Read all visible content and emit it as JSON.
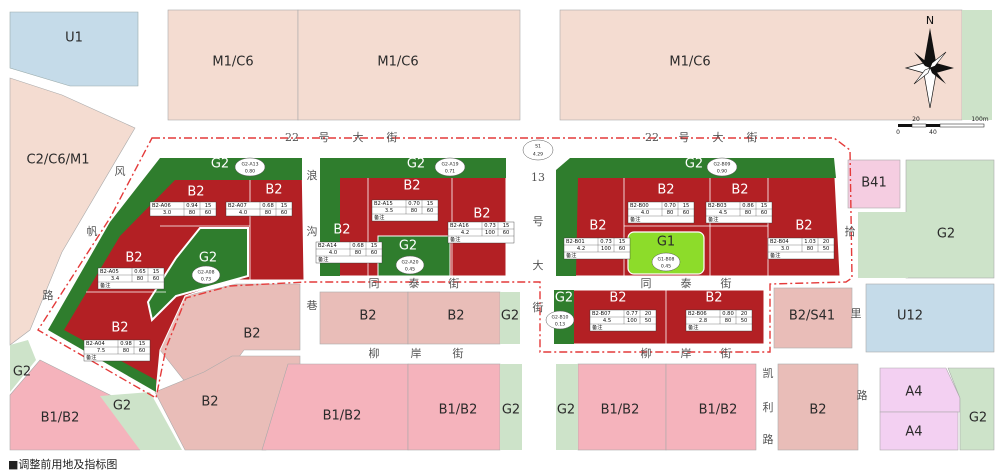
{
  "caption": "■调整前用地及指标图",
  "north": "N",
  "scale": [
    "0",
    "20",
    "40",
    "100m"
  ],
  "colors": {
    "background": "#ffffff",
    "road": "#ffffff",
    "industrial_M1C6": "#f4dcd1",
    "residential_B1B2": "#f5b3bc",
    "commercial_B2_existing": "#e9bdb8",
    "commercial_B2_new": "#b32024",
    "green_G2_new": "#2f7d2d",
    "green_G1": "#8ddc2a",
    "green_existing": "#cde3c9",
    "water_U": "#c5dbe9",
    "other_A4": "#f3d0f2",
    "B41": "#f5cde1",
    "boundary": "#e43a3a"
  },
  "parcels": [
    {
      "id": "U1",
      "label": "U1"
    },
    {
      "id": "M1C6-1",
      "label": "M1/C6"
    },
    {
      "id": "M1C6-2",
      "label": "M1/C6"
    },
    {
      "id": "M1C6-3",
      "label": "M1/C6"
    },
    {
      "id": "C2C6M1",
      "label": "C2/C6/M1"
    },
    {
      "id": "B41",
      "label": "B41"
    },
    {
      "id": "G2-east",
      "label": "G2"
    },
    {
      "id": "U12",
      "label": "U12"
    },
    {
      "id": "B2S41",
      "label": "B2/S41"
    },
    {
      "id": "A4-1",
      "label": "A4"
    },
    {
      "id": "A4-2",
      "label": "A4"
    },
    {
      "id": "G2-se",
      "label": "G2"
    },
    {
      "id": "B2-mid1",
      "label": "B2"
    },
    {
      "id": "B2-mid2",
      "label": "B2"
    },
    {
      "id": "G2-strip1",
      "label": "G2"
    },
    {
      "id": "B2-sw1",
      "label": "B2"
    },
    {
      "id": "B2-sw2",
      "label": "B2"
    },
    {
      "id": "B1B2-1",
      "label": "B1/B2"
    },
    {
      "id": "B1B2-2",
      "label": "B1/B2"
    },
    {
      "id": "B1B2-3",
      "label": "B1/B2"
    },
    {
      "id": "B1B2-4",
      "label": "B1/B2"
    },
    {
      "id": "B1B2-5",
      "label": "B1/B2"
    },
    {
      "id": "G2-strip2",
      "label": "G2"
    },
    {
      "id": "G2-strip3",
      "label": "G2"
    },
    {
      "id": "B2-se",
      "label": "B2"
    },
    {
      "id": "G2-west",
      "label": "G2"
    },
    {
      "id": "G2-west2",
      "label": "G2"
    }
  ],
  "plan_labels": {
    "block1": {
      "g2": "G2",
      "b2a": "B2",
      "b2b": "B2",
      "b2c": "B2",
      "b2d": "B2",
      "g2b": "G2"
    },
    "block2": {
      "g2": "G2",
      "b2a": "B2",
      "b2b": "B2",
      "b2c": "B2",
      "g2b": "G2"
    },
    "block3": {
      "g2": "G2",
      "b2a": "B2",
      "b2b": "B2",
      "b2c": "B2",
      "b2d": "B2",
      "g1": "G1"
    },
    "block4": {
      "g2": "G2",
      "b2a": "B2",
      "b2b": "B2"
    }
  },
  "ovals": [
    {
      "id": "G2-A13",
      "code": "G2-A13",
      "value": "0.80"
    },
    {
      "id": "G2-A08",
      "code": "G2-A08",
      "value": "0.73"
    },
    {
      "id": "G2-A19",
      "code": "G2-A19",
      "value": "0.71"
    },
    {
      "id": "G2-A20",
      "code": "G2-A20",
      "value": "0.45"
    },
    {
      "id": "G2-B09",
      "code": "G2-B09",
      "value": "0.90"
    },
    {
      "id": "G1-B08",
      "code": "G1-B08",
      "value": "0.45"
    },
    {
      "id": "G2-B10",
      "code": "G2-B10",
      "value": "0.13"
    },
    {
      "id": "S1",
      "code": "S1",
      "value": "4.29"
    }
  ],
  "tables": [
    {
      "id": "B2-A06",
      "code": "B2-A06",
      "v1": "0.94",
      "v2": "15",
      "v3": "3.0",
      "v4": "80",
      "v5": "60"
    },
    {
      "id": "B2-A07",
      "code": "B2-A07",
      "v1": "0.68",
      "v2": "15",
      "v3": "4.0",
      "v4": "80",
      "v5": "60"
    },
    {
      "id": "B2-A05",
      "code": "B2-A05",
      "v1": "0.65",
      "v2": "15",
      "v3": "3.4",
      "v4": "80",
      "v5": "60",
      "note": "备注"
    },
    {
      "id": "B2-A04",
      "code": "B2-A04",
      "v1": "0.98",
      "v2": "15",
      "v3": "7.5",
      "v4": "80",
      "v5": "60",
      "note": "备注"
    },
    {
      "id": "B2-A15",
      "code": "B2-A15",
      "v1": "0.70",
      "v2": "15",
      "v3": "3.5",
      "v4": "80",
      "v5": "60",
      "note": "备注"
    },
    {
      "id": "B2-A14",
      "code": "B2-A14",
      "v1": "0.68",
      "v2": "15",
      "v3": "4.0",
      "v4": "80",
      "v5": "60",
      "note": "备注"
    },
    {
      "id": "B2-A16",
      "code": "B2-A16",
      "v1": "0.73",
      "v2": "15",
      "v3": "4.2",
      "v4": "100",
      "v5": "60",
      "note": "备注"
    },
    {
      "id": "B2-B00",
      "code": "B2-B00",
      "v1": "0.70",
      "v2": "15",
      "v3": "4.0",
      "v4": "80",
      "v5": "60",
      "note": "备注"
    },
    {
      "id": "B2-B03",
      "code": "B2-B03",
      "v1": "0.86",
      "v2": "15",
      "v3": "4.5",
      "v4": "80",
      "v5": "60",
      "note": "备注"
    },
    {
      "id": "B2-B01",
      "code": "B2-B01",
      "v1": "0.73",
      "v2": "15",
      "v3": "4.2",
      "v4": "100",
      "v5": "60",
      "note": "备注"
    },
    {
      "id": "B2-B04",
      "code": "B2-B04",
      "v1": "1.03",
      "v2": "20",
      "v3": "3.0",
      "v4": "80",
      "v5": "50",
      "note": "备注"
    },
    {
      "id": "B2-B07",
      "code": "B2-B07",
      "v1": "0.77",
      "v2": "20",
      "v3": "4.5",
      "v4": "100",
      "v5": "50",
      "note": "备注"
    },
    {
      "id": "B2-B06",
      "code": "B2-B06",
      "v1": "0.80",
      "v2": "20",
      "v3": "2.8",
      "v4": "80",
      "v5": "50",
      "note": "备注"
    }
  ],
  "streets": [
    {
      "id": "22hao-w-1",
      "text": "22"
    },
    {
      "id": "22hao-w-2",
      "text": "号"
    },
    {
      "id": "22hao-w-3",
      "text": "大"
    },
    {
      "id": "22hao-w-4",
      "text": "街"
    },
    {
      "id": "22hao-e-1",
      "text": "22"
    },
    {
      "id": "22hao-e-2",
      "text": "号"
    },
    {
      "id": "22hao-e-3",
      "text": "大"
    },
    {
      "id": "22hao-e-4",
      "text": "街"
    },
    {
      "id": "13hao-1",
      "text": "13"
    },
    {
      "id": "13hao-2",
      "text": "号"
    },
    {
      "id": "13hao-3",
      "text": "大"
    },
    {
      "id": "13hao-4",
      "text": "街"
    },
    {
      "id": "fengfeng-1",
      "text": "风"
    },
    {
      "id": "fengfeng-2",
      "text": "帆"
    },
    {
      "id": "fengfeng-3",
      "text": "路"
    },
    {
      "id": "langgou-1",
      "text": "浪"
    },
    {
      "id": "langgou-2",
      "text": "沟"
    },
    {
      "id": "tongtai-w-1",
      "text": "同"
    },
    {
      "id": "tongtai-w-2",
      "text": "泰"
    },
    {
      "id": "tongtai-w-3",
      "text": "街"
    },
    {
      "id": "tongtai-e-1",
      "text": "同"
    },
    {
      "id": "tongtai-e-2",
      "text": "泰"
    },
    {
      "id": "tongtai-e-3",
      "text": "街"
    },
    {
      "id": "xiang",
      "text": "巷"
    },
    {
      "id": "liuan-w-1",
      "text": "柳"
    },
    {
      "id": "liuan-w-2",
      "text": "岸"
    },
    {
      "id": "liuan-w-3",
      "text": "街"
    },
    {
      "id": "liuan-e-1",
      "text": "柳"
    },
    {
      "id": "liuan-e-2",
      "text": "岸"
    },
    {
      "id": "liuan-e-3",
      "text": "街"
    },
    {
      "id": "kaili-1",
      "text": "凯"
    },
    {
      "id": "kaili-2",
      "text": "利"
    },
    {
      "id": "kaili-3",
      "text": "路"
    },
    {
      "id": "yuli-1",
      "text": "拾"
    },
    {
      "id": "yuli-2",
      "text": "里"
    },
    {
      "id": "yuli-3",
      "text": "路"
    }
  ]
}
